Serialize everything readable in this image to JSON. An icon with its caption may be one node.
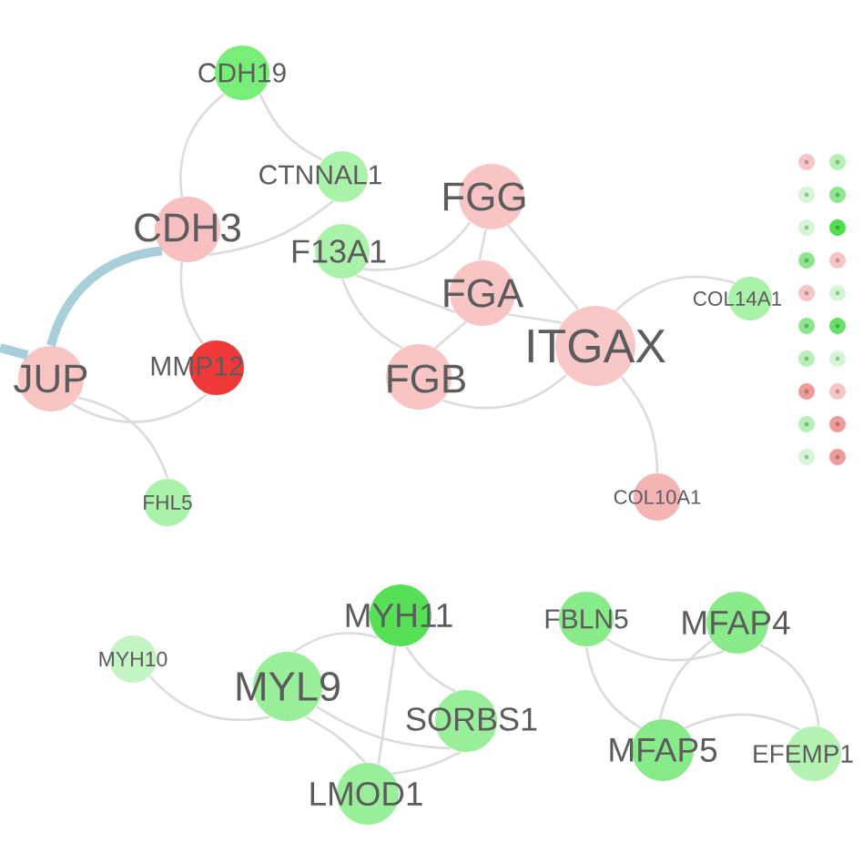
{
  "diagram": {
    "nodes": [
      {
        "text": [
          "CDH19"
        ]
      },
      {
        "text": [
          "CTNNAL1"
        ]
      },
      {
        "text": [
          "FGG"
        ]
      },
      {
        "text": [
          "CDH3"
        ]
      },
      {
        "text": [
          "F13A1"
        ]
      },
      {
        "text": [
          "FGA"
        ]
      },
      {
        "text": [
          "COL14A1"
        ]
      },
      {
        "text": [
          "ITGAX"
        ]
      },
      {
        "text": [
          "JUP"
        ]
      },
      {
        "text": [
          "MMP12"
        ]
      },
      {
        "text": [
          "FGB"
        ]
      },
      {
        "text": [
          "FHL5"
        ]
      },
      {
        "text": [
          "COL10A1"
        ]
      },
      {
        "text": [
          "MYH11"
        ]
      },
      {
        "text": [
          "FBLN5"
        ]
      },
      {
        "text": [
          "MFAP4"
        ]
      },
      {
        "text": [
          "MYH10"
        ]
      },
      {
        "text": [
          "MYL9"
        ]
      },
      {
        "text": [
          "SORBS1"
        ]
      },
      {
        "text": [
          "MFAP5"
        ]
      },
      {
        "text": [
          "EFEMP1"
        ]
      },
      {
        "text": [
          "LMOD1"
        ]
      },
      {
        "text": [],
        "shape": "circle"
      },
      {
        "text": [],
        "shape": "circle"
      },
      {
        "text": [],
        "shape": "circle"
      },
      {
        "text": [],
        "shape": "circle"
      },
      {
        "text": [],
        "shape": "circle"
      },
      {
        "text": [],
        "shape": "circle"
      },
      {
        "text": [],
        "shape": "circle"
      },
      {
        "text": [],
        "shape": "circle"
      },
      {
        "text": [],
        "shape": "circle"
      },
      {
        "text": [],
        "shape": "circle"
      },
      {
        "text": [],
        "shape": "circle"
      },
      {
        "text": [],
        "shape": "circle"
      },
      {
        "text": [],
        "shape": "circle"
      },
      {
        "text": [],
        "shape": "circle"
      },
      {
        "text": [],
        "shape": "circle"
      },
      {
        "text": [],
        "shape": "circle"
      },
      {
        "text": [],
        "shape": "circle"
      },
      {
        "text": [],
        "shape": "circle"
      },
      {
        "text": [],
        "shape": "circle"
      },
      {
        "text": [],
        "shape": "circle"
      }
    ],
    "edges": [
      {
        "from": 0,
        "to": 3,
        "arrow": "none"
      },
      {
        "from": 0,
        "to": 1,
        "arrow": "none"
      },
      {
        "from": 1,
        "to": 3,
        "arrow": "none"
      },
      {
        "from": 3,
        "to": 8,
        "arrow": "none",
        "style": "thick",
        "color": "#a6cfd9"
      },
      {
        "from": 8,
        "to": null,
        "arrow": "none",
        "style": "thick",
        "color": "#a6cfd9"
      },
      {
        "from": 3,
        "to": 9,
        "arrow": "none"
      },
      {
        "from": 8,
        "to": 9,
        "arrow": "none"
      },
      {
        "from": 8,
        "to": 11,
        "arrow": "none"
      },
      {
        "from": 4,
        "to": 2,
        "arrow": "none"
      },
      {
        "from": 4,
        "to": 5,
        "arrow": "none"
      },
      {
        "from": 4,
        "to": 10,
        "arrow": "none"
      },
      {
        "from": 2,
        "to": 5,
        "arrow": "none"
      },
      {
        "from": 2,
        "to": 7,
        "arrow": "none"
      },
      {
        "from": 5,
        "to": 10,
        "arrow": "none"
      },
      {
        "from": 5,
        "to": 7,
        "arrow": "none"
      },
      {
        "from": 10,
        "to": 7,
        "arrow": "none"
      },
      {
        "from": 7,
        "to": 6,
        "arrow": "none"
      },
      {
        "from": 7,
        "to": 12,
        "arrow": "none"
      },
      {
        "from": 16,
        "to": 17,
        "arrow": "none"
      },
      {
        "from": 17,
        "to": 13,
        "arrow": "none"
      },
      {
        "from": 17,
        "to": 21,
        "arrow": "none"
      },
      {
        "from": 17,
        "to": 18,
        "arrow": "none"
      },
      {
        "from": 13,
        "to": 18,
        "arrow": "none"
      },
      {
        "from": 13,
        "to": 21,
        "arrow": "none"
      },
      {
        "from": 21,
        "to": 18,
        "arrow": "none"
      },
      {
        "from": 14,
        "to": 15,
        "arrow": "none"
      },
      {
        "from": 14,
        "to": 19,
        "arrow": "none"
      },
      {
        "from": 15,
        "to": 19,
        "arrow": "none"
      },
      {
        "from": 15,
        "to": 20,
        "arrow": "none"
      },
      {
        "from": 19,
        "to": 20,
        "arrow": "none"
      }
    ]
  }
}
